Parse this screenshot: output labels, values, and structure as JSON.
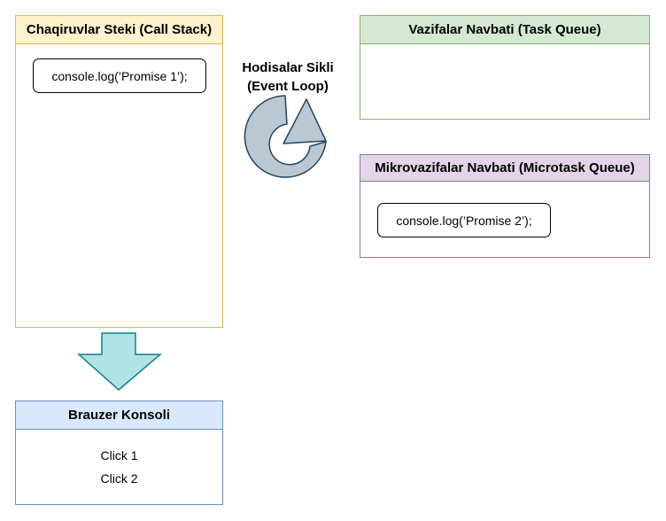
{
  "call_stack": {
    "title": "Chaqiruvlar Steki (Call Stack)",
    "items": [
      "console.log(’Promise 1’);"
    ]
  },
  "task_queue": {
    "title": "Vazifalar Navbati (Task Queue)",
    "items": []
  },
  "microtask_queue": {
    "title": "Mikrovazifalar Navbati (Microtask Queue)",
    "items": [
      "console.log(’Promise 2’);"
    ]
  },
  "event_loop": {
    "label_line1": "Hodisalar Sikli",
    "label_line2": "(Event Loop)",
    "icon": "circular-arrow-icon"
  },
  "browser_console": {
    "title": "Brauzer Konsoli",
    "lines": [
      "Click 1",
      "Click 2"
    ]
  },
  "arrow": {
    "icon": "down-arrow-icon"
  },
  "colors": {
    "call_stack_fill": "#fff2cc",
    "call_stack_stroke": "#e7b84a",
    "task_queue_fill": "#d5e8d4",
    "task_queue_stroke": "#82b366",
    "microtask_fill": "#e1d5e7",
    "microtask_stroke": "#9673a6",
    "console_fill": "#dae8fc",
    "console_stroke": "#6c8ebf",
    "loop_fill": "#bac8d3",
    "loop_stroke": "#23445d",
    "arrow_fill": "#b0e3e6",
    "arrow_stroke": "#0e8088"
  }
}
